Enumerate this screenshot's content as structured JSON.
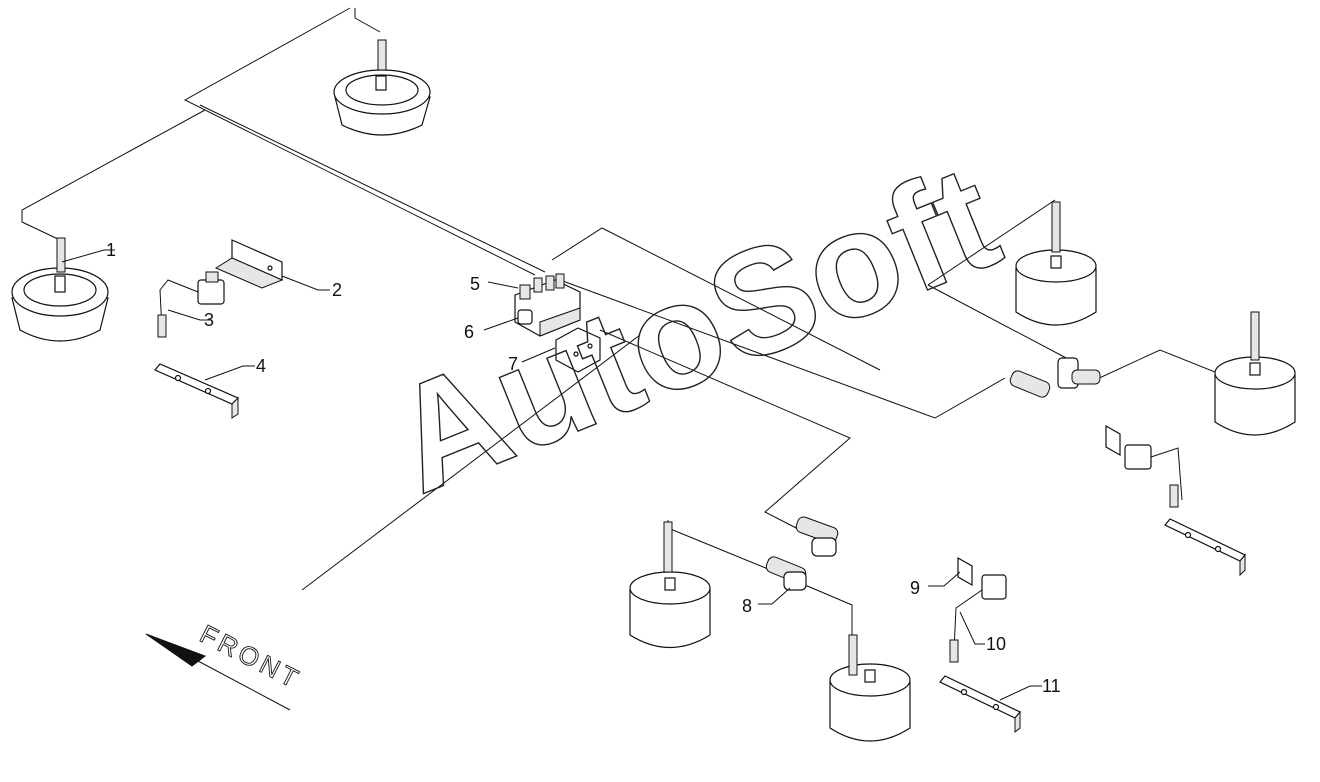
{
  "diagram": {
    "callouts": [
      "1",
      "2",
      "3",
      "4",
      "5",
      "6",
      "7",
      "8",
      "9",
      "10",
      "11"
    ],
    "front_label": "FRONT",
    "watermark": "AutoSoft"
  }
}
